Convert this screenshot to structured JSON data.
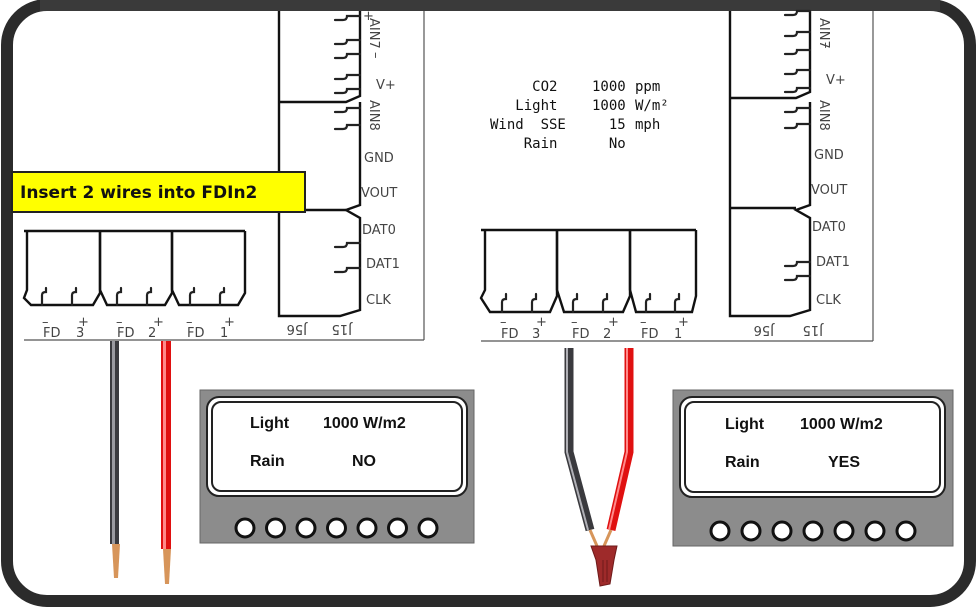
{
  "callout": {
    "text": "Insert 2 wires into FDIn2"
  },
  "connector_labels": [
    "AIN7",
    "V+",
    "AIN8",
    "GND",
    "VOUT",
    "DAT0",
    "DAT1",
    "CLK"
  ],
  "connector_ids": {
    "j56": "J56",
    "j15": "J15"
  },
  "ain7_plus": "+",
  "ain7_minus": "–",
  "terminals": [
    {
      "fd": "FD",
      "num": "3",
      "minus": "–",
      "plus": "+"
    },
    {
      "fd": "FD",
      "num": "2",
      "minus": "–",
      "plus": "+"
    },
    {
      "fd": "FD",
      "num": "1",
      "minus": "–",
      "plus": "+"
    }
  ],
  "readout": {
    "lines": [
      {
        "label": "     CO2",
        "value": "1000",
        "unit": "ppm"
      },
      {
        "label": "   Light",
        "value": "1000",
        "unit": "W/m²"
      },
      {
        "label": "Wind  SSE",
        "value": "  15",
        "unit": "mph"
      },
      {
        "label": "    Rain",
        "value": "  No",
        "unit": ""
      }
    ]
  },
  "lcd_left": {
    "row1_label": "Light",
    "row1_value": "1000 W/m2",
    "row2_label": "Rain",
    "row2_value": "NO",
    "buttons": 7
  },
  "lcd_right": {
    "row1_label": "Light",
    "row1_value": "1000 W/m2",
    "row2_label": "Rain",
    "row2_value": "YES",
    "buttons": 7
  },
  "wires": {
    "left": {
      "state": "separated",
      "colors": [
        "#3a3a3e",
        "#e01010"
      ]
    },
    "right": {
      "state": "joined-with-wire-nut",
      "colors": [
        "#3a3a3e",
        "#e01010"
      ],
      "nut_color": "#9e2a2a"
    }
  },
  "colors": {
    "frame": "#2b2b2b",
    "callout_bg": "#ffff00",
    "lcd_body": "#8c8c8c",
    "copper": "#d7955a"
  }
}
